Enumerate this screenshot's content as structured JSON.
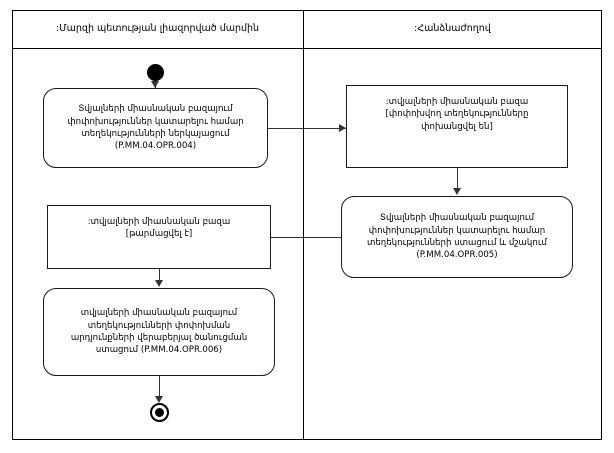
{
  "diagram": {
    "type": "uml-activity-diagram",
    "lanes": [
      {
        "id": "left",
        "title": ":Մարզի պետության լիազորված մարմին"
      },
      {
        "id": "right",
        "title": ":Հանձնաժողով"
      }
    ],
    "nodes": [
      {
        "id": "initial",
        "kind": "initial-node",
        "lane": "left",
        "label": ""
      },
      {
        "id": "activity-opr-004",
        "kind": "activity",
        "lane": "left",
        "label": "Տվյալների միասնական բազայում\nփոփոխություններ կատարելու համար\nտեղեկությունների ներկայացում\n(P.MM.04.OPR.004)",
        "code": "P.MM.04.OPR.004"
      },
      {
        "id": "object-transferred",
        "kind": "object-node",
        "lane": "right",
        "label": ":տվյալների միասնական բազա\n[փոփոխվող տեղեկությունները\nփոխանցվել են]",
        "state": "[փոփոխվող տեղեկությունները փոխանցվել են]"
      },
      {
        "id": "activity-opr-005",
        "kind": "activity",
        "lane": "right",
        "label": "Տվյալների միասնական բազայում\nփոփոխություններ կատարելու համար\nտեղեկությունների ստացում և մշակում\n(P.MM.04.OPR.005)",
        "code": "P.MM.04.OPR.005"
      },
      {
        "id": "object-updated",
        "kind": "object-node",
        "lane": "left",
        "label": ":տվյալների միասնական բազա\n[թարմացվել է]",
        "state": "[թարմացվել է]"
      },
      {
        "id": "activity-opr-006",
        "kind": "activity",
        "lane": "left",
        "label": "տվյալների միասնական բազայում\nտեղեկությունների փոփոխման\nարդյունքների վերաբերյալ ծանուցման\nստացում (P.MM.04.OPR.006)",
        "code": "P.MM.04.OPR.006"
      },
      {
        "id": "final",
        "kind": "final-node",
        "lane": "left",
        "label": ""
      }
    ],
    "edges": [
      {
        "from": "initial",
        "to": "activity-opr-004",
        "direction": "down"
      },
      {
        "from": "activity-opr-004",
        "to": "object-transferred",
        "direction": "right"
      },
      {
        "from": "object-transferred",
        "to": "activity-opr-005",
        "direction": "down"
      },
      {
        "from": "activity-opr-005",
        "to": "object-updated",
        "direction": "left"
      },
      {
        "from": "object-updated",
        "to": "activity-opr-006",
        "direction": "down"
      },
      {
        "from": "activity-opr-006",
        "to": "final",
        "direction": "down"
      }
    ]
  },
  "colors": {
    "stroke": "#000000",
    "edge": "#333333",
    "background": "#ffffff"
  }
}
